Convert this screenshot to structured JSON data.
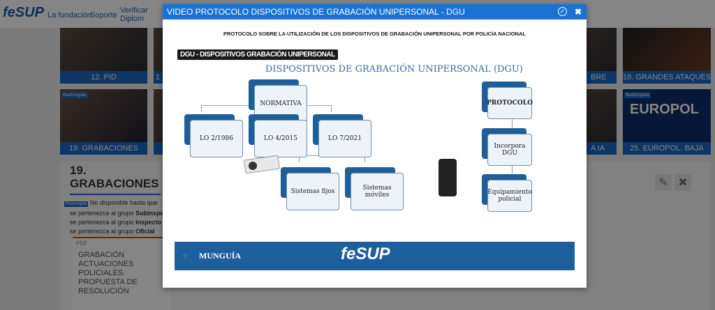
{
  "header": {
    "logo": "feSUP",
    "nav": [
      "La fundación",
      "Soporte",
      "Verificar Diplom"
    ]
  },
  "tiles": [
    {
      "label": "12. PID"
    },
    {
      "label": "1"
    },
    {
      "label": "BRE"
    },
    {
      "label": "18. GRANDES ATAQUES"
    },
    {
      "label": "19. GRABACIONES",
      "badge": "Restringido"
    },
    {
      "label": ""
    },
    {
      "label": "A IA"
    },
    {
      "label": "25. EUROPOL. BAJA",
      "badge": "Restringido",
      "image_text": "EUROPOL"
    }
  ],
  "panel": {
    "title": "19. GRABACIONES",
    "badge": "Restringido",
    "restriction_lines": [
      {
        "prefix": "No disponible hasta que",
        "group": ""
      },
      {
        "prefix": "se pertenezca al grupo ",
        "group": "Subinspe"
      },
      {
        "prefix": "se pertenezca al grupo ",
        "group": "Inspecto"
      },
      {
        "prefix": "se pertenezca al grupo ",
        "group": "Oficial"
      }
    ],
    "doc_type": "PDF",
    "doc_title": "GRABACIÓN ACTUACIONES POLICIALES. PROPUESTA DE RESOLUCIÓN",
    "edit_icon": "pencil-icon",
    "close_icon": "x-icon"
  },
  "modal": {
    "title": "VIDEO PROTOCOLO DISPOSITIVOS DE GRABACIÓN UNIPERSONAL - DGU",
    "subtitle": "PROTOCOLO SOBRE LA UTILIZACIÓN DE LOS DISPOSITIVOS DE GRABACIÓN UNIPERSONAL POR POLICÍA NACIONAL",
    "video": {
      "caption": "DGU - DISPOSITIVOS GRABACIÓN UNIPERSONAL",
      "slide_title": "DISPOSITIVOS DE GRABACIÓN UNIPERSONAL (DGU)",
      "normativa": "NORMATIVA",
      "laws": [
        "LO 2/1986",
        "LO 4/2015",
        "LO 7/2021"
      ],
      "systems": [
        "Sistemas fijos",
        "Sistemas móviles"
      ],
      "protocolo": "PROTOCOLO",
      "protocol_items": [
        "Incorpora DGU",
        "Equipamiento policial"
      ],
      "footer_left": "MUNGUÍA",
      "footer_logo": "feSUP"
    }
  }
}
